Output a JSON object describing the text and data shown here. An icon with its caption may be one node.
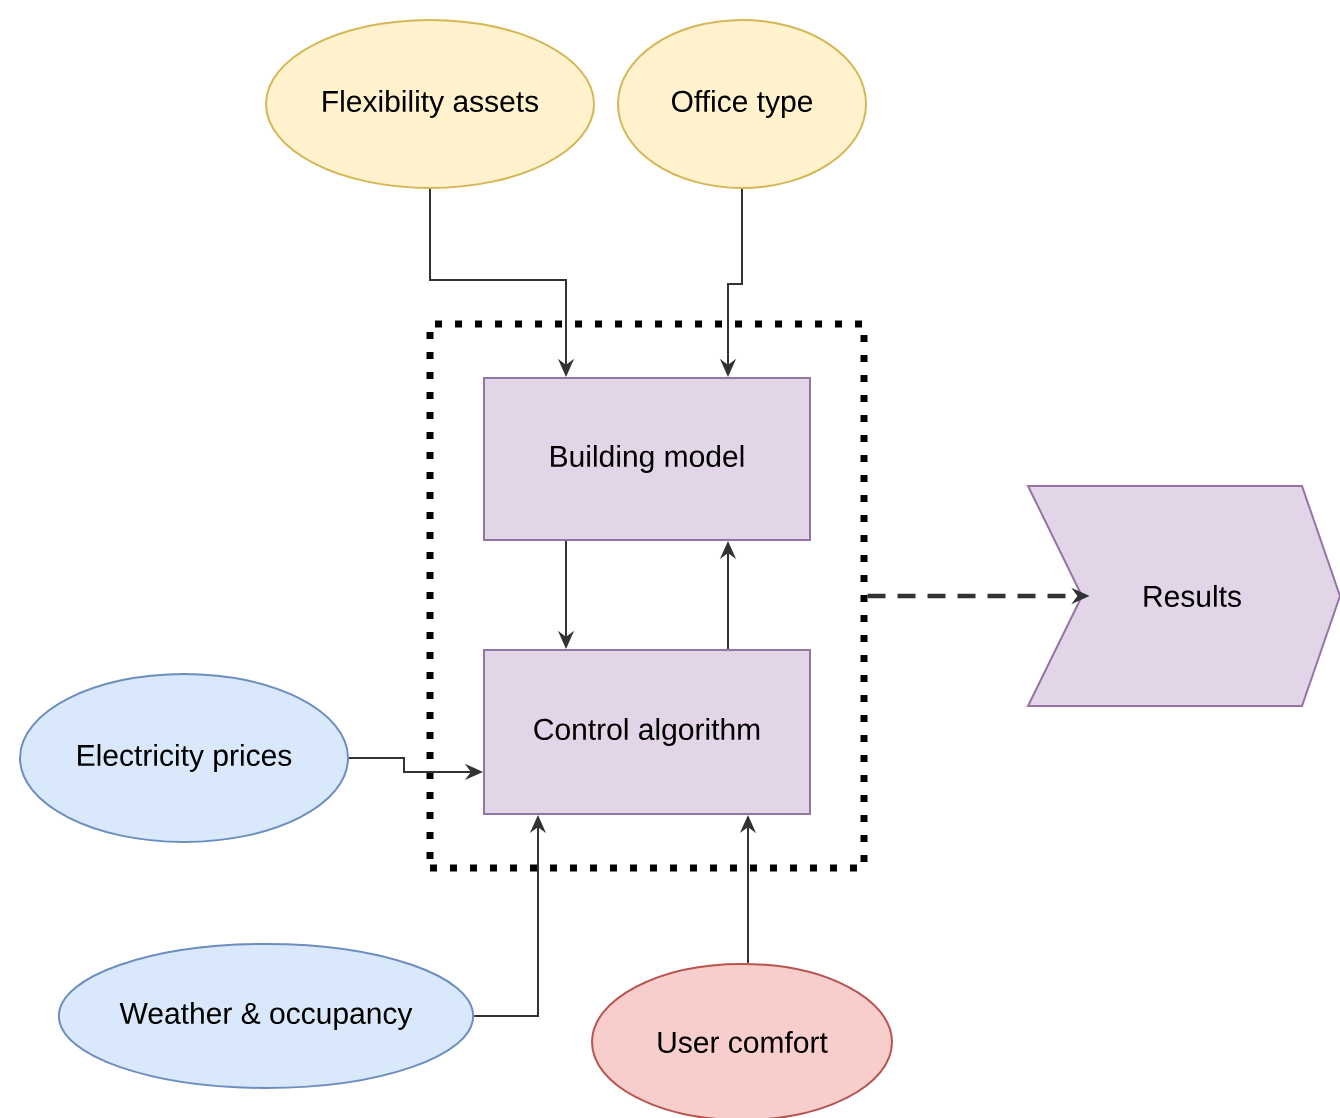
{
  "diagram": {
    "nodes": [
      {
        "text": [
          "Flexibility assets"
        ]
      },
      {
        "text": [
          "Office type"
        ]
      },
      {
        "text": [],
        "shape": "box"
      },
      {
        "text": [
          "Building model"
        ],
        "in": 2
      },
      {
        "text": [
          "Control algorithm"
        ],
        "in": 2
      },
      {
        "text": [
          "Results"
        ]
      },
      {
        "text": [
          "Electricity prices"
        ]
      },
      {
        "text": [
          "Weather & occupancy"
        ]
      },
      {
        "text": [
          "User comfort"
        ]
      }
    ],
    "edges": [
      {
        "from": 0,
        "to": 3,
        "arrow": "to"
      },
      {
        "from": 1,
        "to": 3,
        "arrow": "to"
      },
      {
        "from": 3,
        "to": 4,
        "arrow": "to"
      },
      {
        "from": 4,
        "to": 3,
        "arrow": "to"
      },
      {
        "from": 6,
        "to": 4,
        "arrow": "to"
      },
      {
        "from": 7,
        "to": 4,
        "arrow": "to"
      },
      {
        "from": 8,
        "to": 4,
        "arrow": "to"
      },
      {
        "from": 2,
        "to": 5,
        "arrow": "to",
        "style": "dashed"
      }
    ]
  }
}
